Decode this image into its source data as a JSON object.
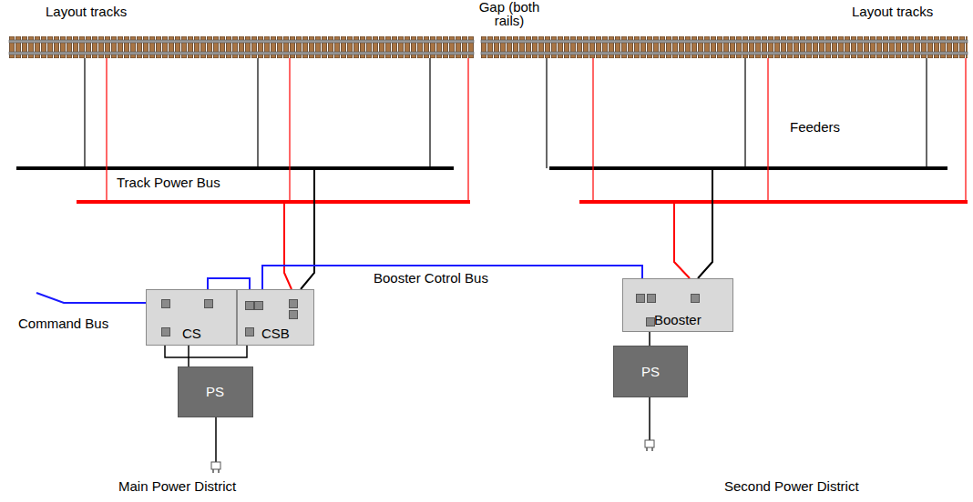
{
  "diagram": {
    "nodes": [
      {
        "text": [
          "CS"
        ]
      },
      {
        "text": [
          "CSB"
        ]
      },
      {
        "text": [
          "PS"
        ]
      },
      {
        "text": [
          "Booster"
        ]
      },
      {
        "text": [
          "PS"
        ]
      }
    ],
    "edges": [
      {
        "from": 0,
        "to": 1,
        "arrow": "none"
      },
      {
        "from": 0,
        "to": 1,
        "arrow": "none"
      },
      {
        "from": 2,
        "to": 0,
        "arrow": "none"
      },
      {
        "from": 1,
        "to": 3,
        "label": "Booster Cotrol Bus",
        "arrow": "none"
      },
      {
        "from": 4,
        "to": 3,
        "arrow": "none"
      }
    ],
    "labels": [
      "Layout tracks",
      "Gap (both rails)",
      "Layout tracks",
      "Feeders",
      "Track Power Bus",
      "Command Bus",
      "Main Power District",
      "Second Power District"
    ]
  }
}
